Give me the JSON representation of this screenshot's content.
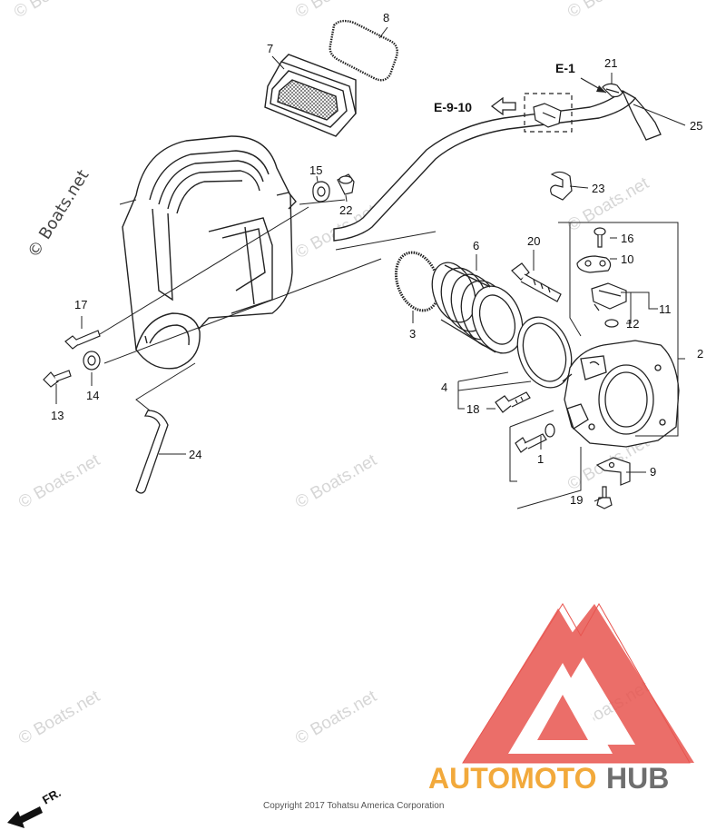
{
  "callouts": {
    "n1": "1",
    "n2": "2",
    "n3": "3",
    "n4": "4",
    "n6": "6",
    "n7": "7",
    "n8": "8",
    "n9": "9",
    "n10": "10",
    "n11": "11",
    "n12": "12",
    "n13": "13",
    "n14": "14",
    "n15": "15",
    "n16": "16",
    "n17": "17",
    "n18": "18",
    "n19": "19",
    "n20": "20",
    "n21": "21",
    "n22": "22",
    "n23": "23",
    "n24": "24",
    "n25": "25"
  },
  "refs": {
    "e1": "E-1",
    "e910": "E-9-10"
  },
  "watermark": "© Boats.net",
  "copyright": "Copyright 2017 Tohatsu America Corporation",
  "direction_label": "FR.",
  "logo": {
    "text": "AUTOMOTOHUB",
    "part1": "AUTOMOTO",
    "part2": "HUB",
    "color_primary": "#f2a93b",
    "color_secondary": "#6e6e6e",
    "triangle_color": "#e8554f"
  },
  "colors": {
    "line": "#222222",
    "wm": "#d9d9d9"
  }
}
